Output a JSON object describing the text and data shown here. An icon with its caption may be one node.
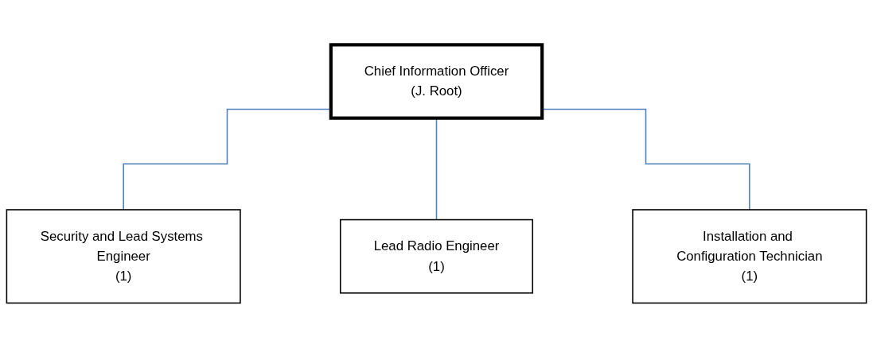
{
  "diagram": {
    "nodes": [
      {
        "text": [
          "Chief Information Officer",
          "(J. Root)"
        ]
      },
      {
        "text": [
          "Security and Lead Systems Engineer",
          "(1)"
        ]
      },
      {
        "text": [
          "Lead Radio Engineer",
          "(1)"
        ]
      },
      {
        "text": [
          "Installation and Configuration Technician",
          "(1)"
        ]
      }
    ],
    "edges": [
      {
        "from": 0,
        "to": 1,
        "arrow": "none"
      },
      {
        "from": 0,
        "to": 2,
        "arrow": "none"
      },
      {
        "from": 0,
        "to": 3,
        "arrow": "none"
      }
    ]
  }
}
